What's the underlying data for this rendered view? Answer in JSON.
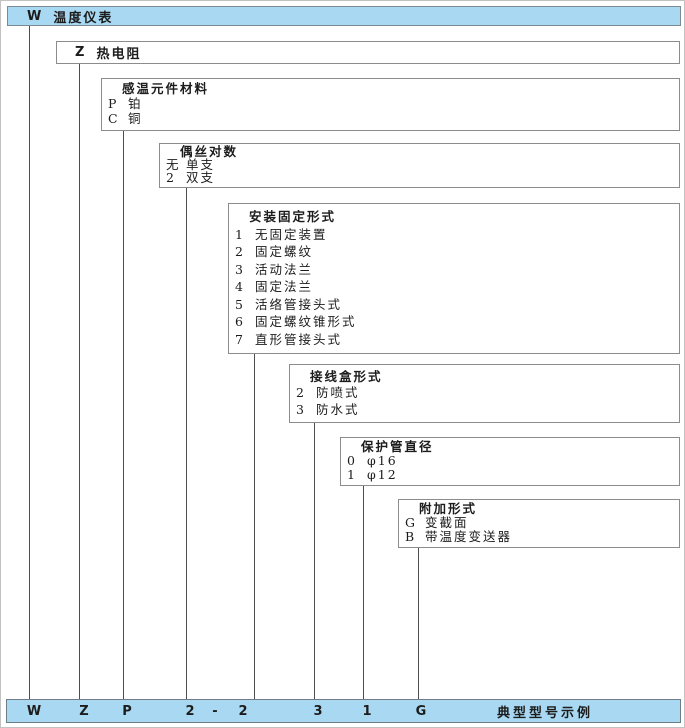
{
  "header": {
    "code": "W",
    "label": "温度仪表"
  },
  "level2": {
    "code": "Z",
    "label": "热电阻"
  },
  "boxes": [
    {
      "title": "感温元件材料",
      "items": [
        {
          "code": "P",
          "label": "铂"
        },
        {
          "code": "C",
          "label": "铜"
        }
      ]
    },
    {
      "title": "偶丝对数",
      "items": [
        {
          "code": "无",
          "label": "单支"
        },
        {
          "code": "2",
          "label": "双支"
        }
      ]
    },
    {
      "title": "安装固定形式",
      "items": [
        {
          "code": "1",
          "label": "无固定装置"
        },
        {
          "code": "2",
          "label": "固定螺纹"
        },
        {
          "code": "3",
          "label": "活动法兰"
        },
        {
          "code": "4",
          "label": "固定法兰"
        },
        {
          "code": "5",
          "label": "活络管接头式"
        },
        {
          "code": "6",
          "label": "固定螺纹锥形式"
        },
        {
          "code": "7",
          "label": "直形管接头式"
        }
      ]
    },
    {
      "title": "接线盒形式",
      "items": [
        {
          "code": "2",
          "label": "防喷式"
        },
        {
          "code": "3",
          "label": "防水式"
        }
      ]
    },
    {
      "title": "保护管直径",
      "items": [
        {
          "code": "0",
          "label": "φ16"
        },
        {
          "code": "1",
          "label": "φ12"
        }
      ]
    },
    {
      "title": "附加形式",
      "items": [
        {
          "code": "G",
          "label": "变截面"
        },
        {
          "code": "B",
          "label": "带温度变送器"
        }
      ]
    }
  ],
  "example_bar": {
    "codes": [
      "W",
      "Z",
      "P",
      "2",
      "-",
      "2",
      "3",
      "1",
      "G"
    ],
    "label": "典型型号示例"
  },
  "colors": {
    "bar_fill": "#a9d9f2",
    "box_border": "#8c8c8c",
    "connector_line": "#4d4d4d"
  }
}
